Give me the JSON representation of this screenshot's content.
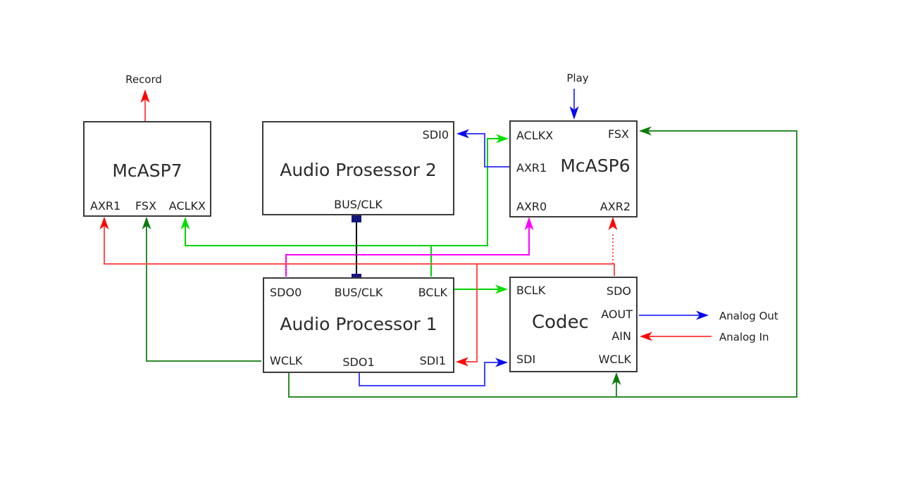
{
  "blocks": {
    "mcasp7": {
      "title": "McASP7",
      "pins": {
        "axr1": "AXR1",
        "fsx": "FSX",
        "aclkx": "ACLKX"
      }
    },
    "ap2": {
      "title": "Audio Prosessor 2",
      "pins": {
        "sdi0": "SDI0",
        "bus_clk": "BUS/CLK"
      }
    },
    "mcasp6": {
      "title": "McASP6",
      "pins": {
        "aclkx": "ACLKX",
        "fsx": "FSX",
        "axr1": "AXR1",
        "axr0": "AXR0",
        "axr2": "AXR2"
      }
    },
    "ap1": {
      "title": "Audio Processor 1",
      "pins": {
        "sdo0": "SDO0",
        "bus_clk": "BUS/CLK",
        "bclk": "BCLK",
        "wclk": "WCLK",
        "sdo1": "SDO1",
        "sdi1": "SDI1"
      }
    },
    "codec": {
      "title": "Codec",
      "pins": {
        "bclk": "BCLK",
        "sdo": "SDO",
        "aout": "AOUT",
        "ain": "AIN",
        "sdi": "SDI",
        "wclk": "WCLK"
      }
    }
  },
  "external_labels": {
    "record": "Record",
    "play": "Play",
    "analog_out": "Analog Out",
    "analog_in": "Analog In"
  },
  "colors": {
    "red_arrow": "#ff0000",
    "red_line": "#ff4d4d",
    "dark_green_line": "#2e8b2e",
    "dark_green_arrow": "#0a7a0a",
    "light_green": "#00d200",
    "magenta": "#ff00ff",
    "blue_line": "#4343ff",
    "blue_arrow": "#0606f0",
    "bus_black": "#000000",
    "bus_square_navy": "#15157e",
    "box_border": "#3a3a3a"
  },
  "connections": [
    {
      "from": "McASP7",
      "to": "Record",
      "color": "red",
      "style": "solid"
    },
    {
      "from": "Play",
      "to": "McASP6 top",
      "color": "blue",
      "style": "solid"
    },
    {
      "from": "Audio Processor 1 WCLK",
      "to": "McASP7 FSX",
      "color": "dark-green",
      "style": "solid"
    },
    {
      "from": "Audio Processor 1 WCLK",
      "to": "Codec WCLK",
      "color": "dark-green",
      "style": "solid"
    },
    {
      "from": "Audio Processor 1 WCLK",
      "to": "McASP6 FSX",
      "color": "dark-green",
      "style": "solid"
    },
    {
      "from": "Audio Processor 1 BCLK",
      "to": "McASP7 ACLKX",
      "color": "light-green",
      "style": "solid"
    },
    {
      "from": "Audio Processor 1 BCLK",
      "to": "McASP6 ACLKX",
      "color": "light-green",
      "style": "solid"
    },
    {
      "from": "Audio Processor 1 BCLK",
      "to": "Codec BCLK",
      "color": "light-green",
      "style": "solid"
    },
    {
      "from": "Audio Processor 1 SDO0",
      "to": "McASP6 AXR0",
      "color": "magenta",
      "style": "solid"
    },
    {
      "from": "Codec SDO",
      "to": "McASP7 AXR1",
      "color": "red",
      "style": "solid"
    },
    {
      "from": "Codec SDO",
      "to": "Audio Processor 1 SDI1",
      "color": "red",
      "style": "solid"
    },
    {
      "from": "Codec SDO",
      "to": "McASP6 AXR2",
      "color": "red",
      "style": "dotted"
    },
    {
      "from": "McASP6 AXR1",
      "to": "Audio Prosessor 2 SDI0",
      "color": "blue",
      "style": "solid"
    },
    {
      "from": "Audio Processor 1 SDO1",
      "to": "Codec SDI",
      "color": "blue",
      "style": "solid"
    },
    {
      "from": "Codec AOUT",
      "to": "Analog Out",
      "color": "blue",
      "style": "solid"
    },
    {
      "from": "Analog In",
      "to": "Codec AIN",
      "color": "red",
      "style": "solid"
    },
    {
      "from": "Audio Prosessor 2 BUS/CLK",
      "to": "Audio Processor 1 BUS/CLK",
      "color": "black",
      "style": "bus"
    }
  ]
}
